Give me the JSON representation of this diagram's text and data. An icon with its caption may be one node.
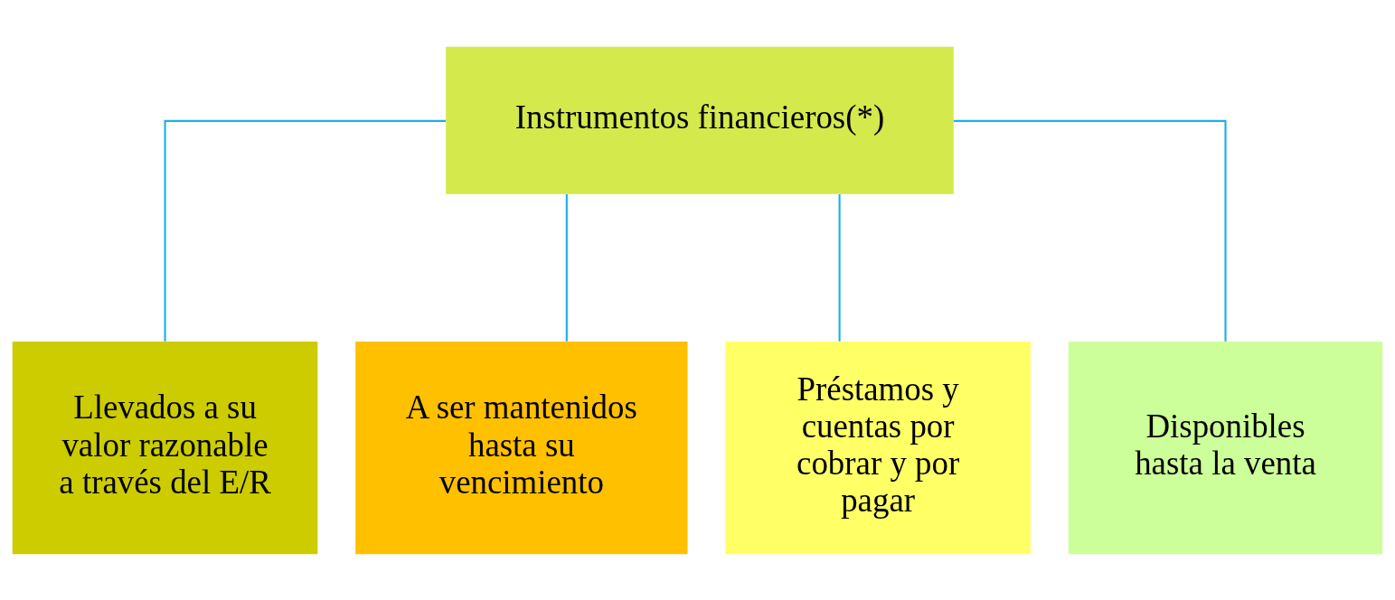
{
  "diagram": {
    "nodes": [
      {
        "text": [
          "Instrumentos financieros(*)"
        ]
      },
      {
        "text": [
          "Llevados a su valor razonable a través del E/R"
        ]
      },
      {
        "text": [
          "A ser mantenidos hasta su vencimiento"
        ]
      },
      {
        "text": [
          "Préstamos y cuentas por cobrar y por pagar"
        ]
      },
      {
        "text": [
          "Disponibles hasta la venta"
        ]
      }
    ],
    "edges": [
      {
        "from": 0,
        "to": 1,
        "arrow": "none"
      },
      {
        "from": 0,
        "to": 2,
        "arrow": "none"
      },
      {
        "from": 0,
        "to": 3,
        "arrow": "none"
      },
      {
        "from": 0,
        "to": 4,
        "arrow": "none"
      }
    ]
  }
}
